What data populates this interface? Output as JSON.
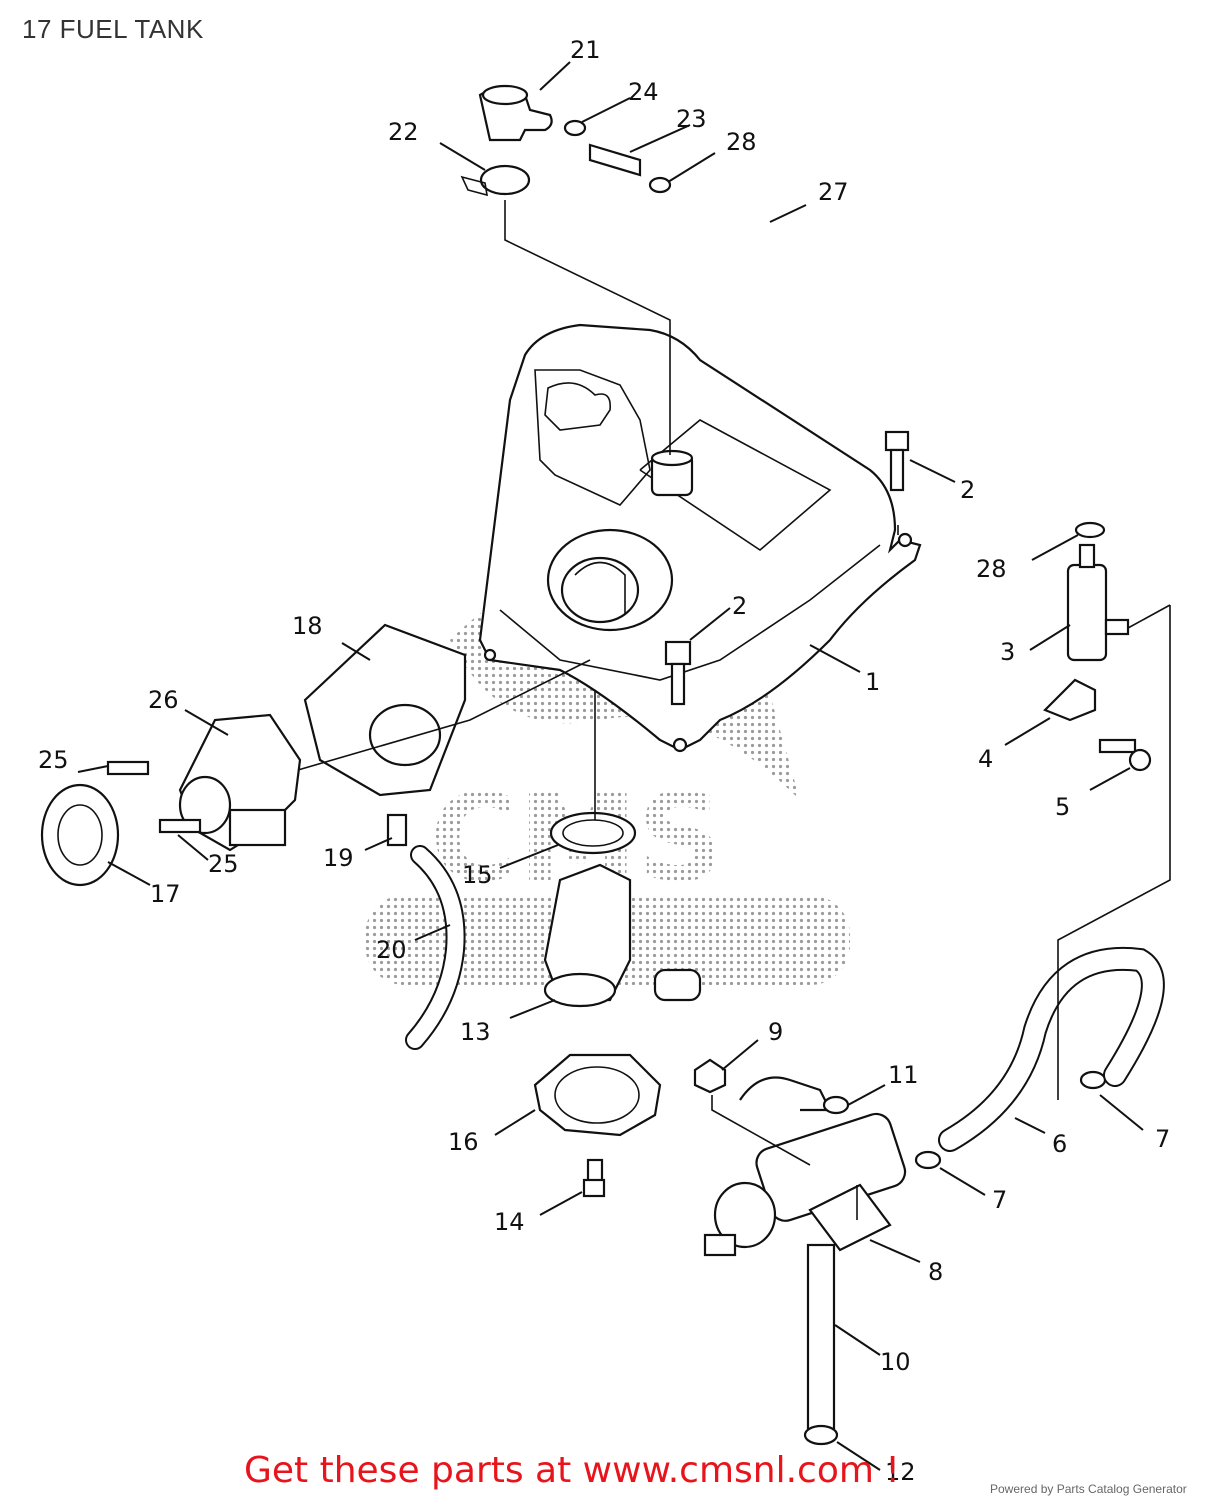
{
  "title": "17 FUEL TANK",
  "callouts": [
    "1",
    "2",
    "2",
    "3",
    "4",
    "5",
    "6",
    "7",
    "7",
    "8",
    "9",
    "10",
    "11",
    "12",
    "13",
    "14",
    "15",
    "16",
    "17",
    "18",
    "19",
    "20",
    "21",
    "22",
    "23",
    "24",
    "25",
    "25",
    "26",
    "27",
    "28",
    "28"
  ],
  "watermark": "CMS",
  "footer": {
    "cta": "Get these parts at www.cmsnl.com !",
    "powered_by": "Powered by Parts Catalog Generator"
  },
  "colors": {
    "cta": "#e8141b",
    "lines": "#111111",
    "watermark": "#888888"
  }
}
